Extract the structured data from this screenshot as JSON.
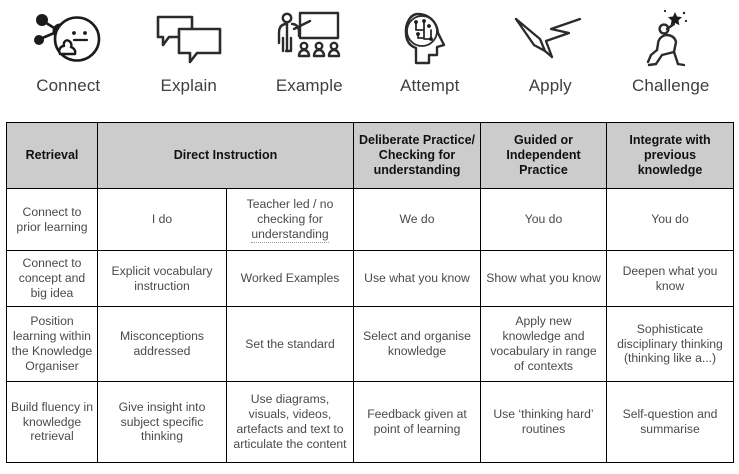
{
  "icon_strip": {
    "items": [
      {
        "icon": "connect-thinking-head-icon",
        "label": "Connect"
      },
      {
        "icon": "speech-bubbles-icon",
        "label": "Explain"
      },
      {
        "icon": "teacher-whiteboard-class-icon",
        "label": "Example"
      },
      {
        "icon": "brain-circuit-head-icon",
        "label": "Attempt"
      },
      {
        "icon": "pen-writing-check-icon",
        "label": "Apply"
      },
      {
        "icon": "person-reaching-star-icon",
        "label": "Challenge"
      }
    ]
  },
  "matrix": {
    "header_background": "#cccccc",
    "border_color": "#000000",
    "columns": [
      "Retrieval",
      "Direct Instruction",
      "",
      "Deliberate Practice/ Checking for understanding",
      "Guided or Independent Practice",
      "Integrate with previous knowledge"
    ],
    "header_cells": [
      {
        "label": "Retrieval",
        "colspan": 1
      },
      {
        "label": "Direct Instruction",
        "colspan": 2
      },
      {
        "label": "Deliberate Practice/ Checking for understanding",
        "colspan": 1
      },
      {
        "label": "Guided or Independent Practice",
        "colspan": 1
      },
      {
        "label": "Integrate with previous knowledge",
        "colspan": 1
      }
    ],
    "rows": [
      {
        "retrieval": "Connect to prior learning",
        "direct_instruction_a": "I do",
        "direct_instruction_b": "Teacher led / no checking for ",
        "direct_instruction_b_flagged": "understanding",
        "deliberate_practice": "We do",
        "guided_independent": "You do",
        "integrate_previous": "You do"
      },
      {
        "retrieval": "Connect to concept and big idea",
        "direct_instruction_a": "Explicit vocabulary instruction",
        "direct_instruction_b": "Worked Examples",
        "deliberate_practice": "Use what you know",
        "guided_independent": "Show what you know",
        "integrate_previous": "Deepen what you know"
      },
      {
        "retrieval": "Position learning within the Knowledge Organiser",
        "direct_instruction_a": "Misconceptions addressed",
        "direct_instruction_b": "Set the standard",
        "deliberate_practice": "Select and organise knowledge",
        "guided_independent": "Apply new knowledge and vocabulary in range of contexts",
        "integrate_previous": "Sophisticate disciplinary thinking (thinking like a...)"
      },
      {
        "retrieval": "Build fluency in knowledge retrieval",
        "direct_instruction_a": "Give insight into subject specific thinking",
        "direct_instruction_b": "Use diagrams, visuals, videos, artefacts and text to articulate the content",
        "deliberate_practice": "Feedback given at point of learning",
        "guided_independent": "Use ‘thinking hard’ routines",
        "integrate_previous": "Self-question and summarise"
      }
    ]
  }
}
